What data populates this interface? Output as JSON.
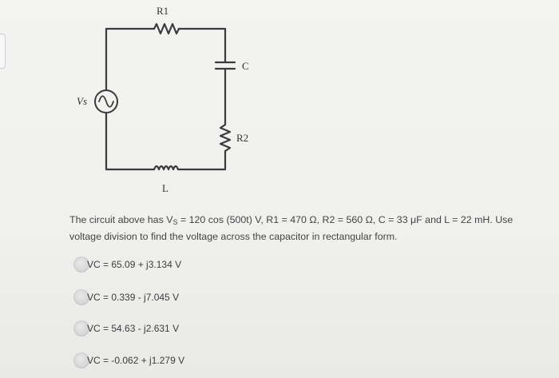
{
  "circuit": {
    "labels": {
      "r1": "R1",
      "c": "C",
      "vs": "Vs",
      "r2": "R2",
      "l": "L"
    }
  },
  "question": {
    "text_before_sub": "The circuit above has V",
    "sub": "S",
    "text_after_sub": " = 120 cos (500t) V, R1 = 470 Ω, R2 = 560 Ω, C = 33 μF and L = 22 mH. Use voltage division to find the voltage across the capacitor in rectangular form."
  },
  "options": [
    {
      "label": "VC = 65.09 + j3.134 V"
    },
    {
      "label": "VC = 0.339 - j7.045 V"
    },
    {
      "label": "VC = 54.63 - j2.631 V"
    },
    {
      "label": "VC = -0.062 + j1.279 V"
    }
  ]
}
